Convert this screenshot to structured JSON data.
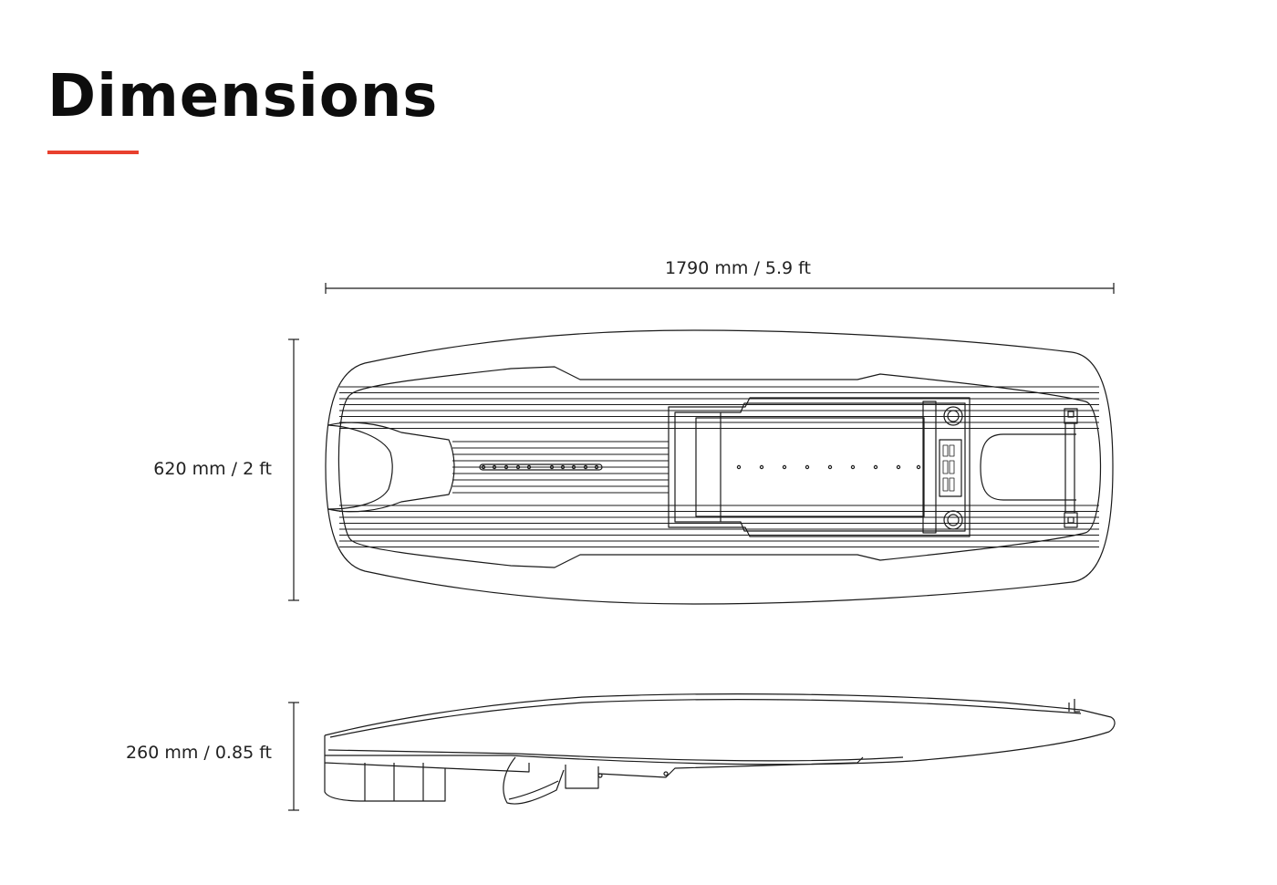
{
  "page": {
    "title": "Dimensions",
    "accent_color": "#e8402e"
  },
  "dimensions": {
    "length": "1790 mm / 5.9 ft",
    "width": "620 mm / 2 ft",
    "height": "260 mm / 0.85 ft"
  },
  "drawing": {
    "line_color": "#1a1a1a"
  }
}
